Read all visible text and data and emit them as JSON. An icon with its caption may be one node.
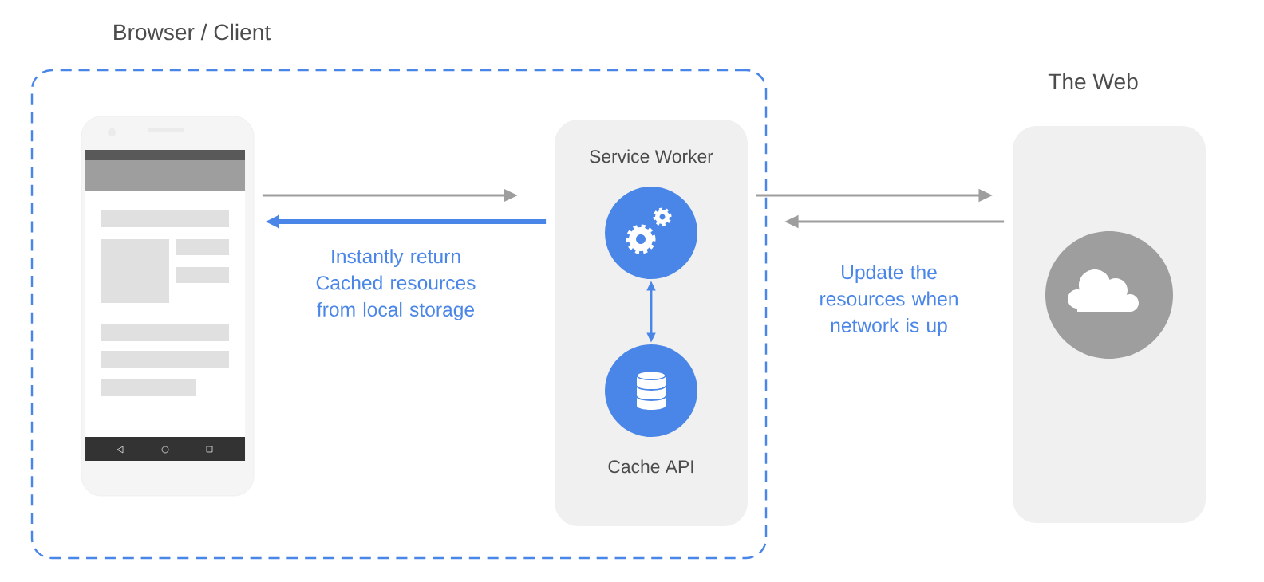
{
  "diagram": {
    "nodes": [
      {
        "text": [
          "Browser / Client"
        ]
      },
      {
        "text": [],
        "shape": "picture",
        "in": 0
      },
      {
        "text": [
          "Service Worker"
        ],
        "in": 0
      },
      {
        "text": [],
        "shape": "circle",
        "in": 2
      },
      {
        "text": [],
        "shape": "circle",
        "in": 2,
        "beside": [
          "Cache API"
        ]
      },
      {
        "text": [
          "The Web"
        ]
      },
      {
        "text": [],
        "shape": "circle",
        "in": 5
      }
    ],
    "edges": [
      {
        "from": 1,
        "to": 2,
        "arrow": "to"
      },
      {
        "from": 2,
        "to": 1,
        "arrow": "to",
        "style": "thick",
        "color": "#4a86e8",
        "label": "Instantly return Cached resources from local storage"
      },
      {
        "from": 3,
        "to": 4,
        "arrow": "both",
        "color": "#4a86e8"
      },
      {
        "from": 2,
        "to": 5,
        "arrow": "to"
      },
      {
        "from": 5,
        "to": 2,
        "arrow": "to",
        "label": "Update the resources when network is up"
      }
    ]
  }
}
